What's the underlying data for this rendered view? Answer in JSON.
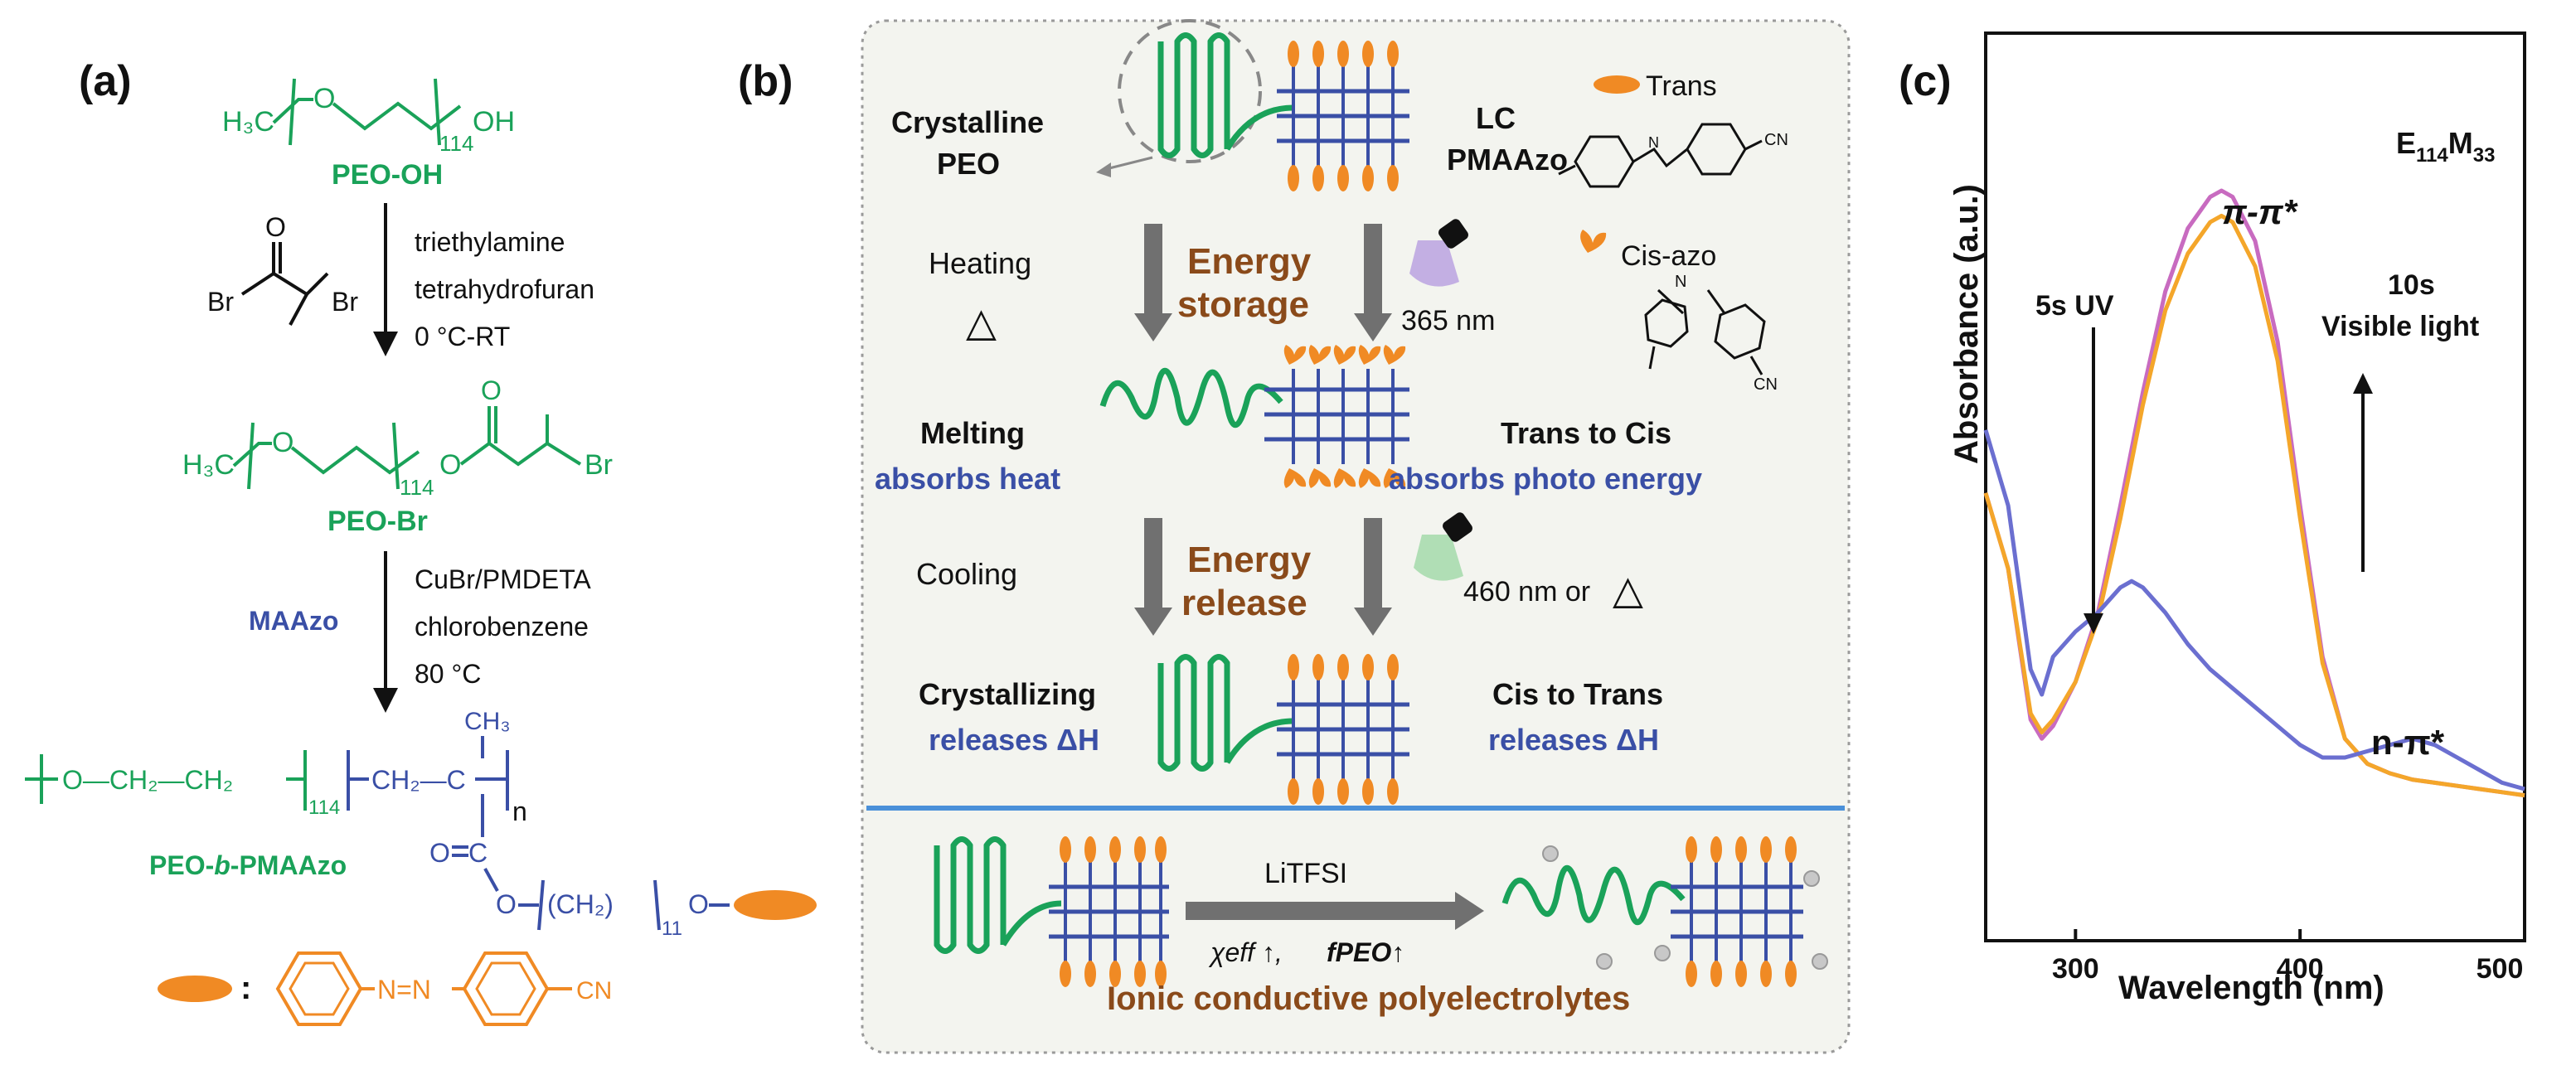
{
  "panel_a": {
    "label": "(a)",
    "peo_oh_formula": {
      "h3c": "H₃C",
      "o": "O",
      "n": "114",
      "oh": "OH"
    },
    "peo_oh_name": "PEO-OH",
    "step1": {
      "reagent_br": "Br",
      "reagent_br2": "Br",
      "reagent_o": "O",
      "line1": "triethylamine",
      "line2": "tetrahydrofuran",
      "line3": "0 °C-RT"
    },
    "peo_br_formula": {
      "h3c": "H₃C",
      "o": "O",
      "n": "114",
      "o2": "O",
      "o3": "O",
      "br": "Br"
    },
    "peo_br_name": "PEO-Br",
    "step2": {
      "monomer": "MAAzo",
      "line1": "CuBr/PMDETA",
      "line2": "chlorobenzene",
      "line3": "80 °C"
    },
    "polymer_formula": {
      "o_ch2_ch2": "O—CH₂—CH₂",
      "n114": "114",
      "ch2_c": "CH₂—C",
      "ch3": "CH₃",
      "n": "n",
      "o_eq": "O",
      "c": "C",
      "o_chain": "O",
      "ch2": "(CH₂)",
      "n11": "11",
      "o_end": "O"
    },
    "polymer_name": {
      "part1": "PEO-",
      "part2": "b",
      "part3": "-PMAAzo"
    },
    "azo_legend": {
      "colon": ":",
      "n_eq_n": "N=N",
      "cn": "CN"
    }
  },
  "panel_b": {
    "label": "(b)",
    "crystalline_peo": [
      "Crystalline",
      "PEO"
    ],
    "lc_pmaazo": [
      "LC",
      "PMAAzo"
    ],
    "trans_label": "Trans",
    "cis_label": "Cis-azo",
    "trans_structure": {
      "n_eq_n": "N",
      "cn": "CN"
    },
    "heating": "Heating",
    "delta": "△",
    "energy_storage": [
      "Energy",
      "storage"
    ],
    "uv_wavelength": "365 nm",
    "melting": "Melting",
    "absorbs_heat": "absorbs heat",
    "trans_to_cis": "Trans to Cis",
    "absorbs_photo": "absorbs  photo energy",
    "cooling": "Cooling",
    "energy_release": [
      "Energy",
      "release"
    ],
    "vis_wavelength": "460 nm or",
    "delta2": "△",
    "crystallizing": "Crystallizing",
    "releases_dh_left": "releases ΔH",
    "cis_to_trans": "Cis to Trans",
    "releases_dh_right": "releases ΔH",
    "litfsi": "LiTFSI",
    "chi_eff": "χeff ↑,",
    "f_peo": "fPEO↑",
    "ionic": "Ionic conductive polyelectrolytes"
  },
  "panel_c": {
    "label": "(c)",
    "sample": "E114M33",
    "pi_pi": "π-π*",
    "n_pi": "n-π*",
    "uv_note": "5s UV",
    "vis_note": [
      "10s",
      "Visible light"
    ]
  },
  "chart_data": {
    "type": "line",
    "title": "",
    "xlabel": "Wavelength (nm)",
    "ylabel": "Absorbance (a.u.)",
    "xlim": [
      260,
      500
    ],
    "ylim": [
      0,
      1.0
    ],
    "x_ticks": [
      300,
      400,
      500
    ],
    "grid": false,
    "series": [
      {
        "color": "#c86bc0",
        "x": [
          260,
          270,
          280,
          285,
          290,
          300,
          310,
          320,
          330,
          340,
          350,
          360,
          365,
          370,
          380,
          390,
          400,
          410,
          420,
          430,
          440,
          450,
          460,
          470,
          480,
          490,
          500
        ],
        "y": [
          0.52,
          0.4,
          0.16,
          0.13,
          0.15,
          0.22,
          0.33,
          0.5,
          0.68,
          0.84,
          0.94,
          0.99,
          1.0,
          0.99,
          0.92,
          0.76,
          0.5,
          0.26,
          0.13,
          0.09,
          0.075,
          0.065,
          0.06,
          0.055,
          0.05,
          0.045,
          0.04
        ]
      },
      {
        "color": "#f4a62a",
        "x": [
          260,
          270,
          280,
          285,
          290,
          300,
          310,
          320,
          330,
          340,
          350,
          360,
          365,
          370,
          380,
          390,
          400,
          410,
          420,
          430,
          440,
          450,
          460,
          470,
          480,
          490,
          500
        ],
        "y": [
          0.52,
          0.4,
          0.17,
          0.14,
          0.16,
          0.22,
          0.32,
          0.48,
          0.66,
          0.81,
          0.9,
          0.95,
          0.96,
          0.95,
          0.88,
          0.73,
          0.48,
          0.25,
          0.13,
          0.09,
          0.075,
          0.065,
          0.06,
          0.055,
          0.05,
          0.045,
          0.04
        ]
      },
      {
        "color": "#6b6fd0",
        "x": [
          260,
          270,
          280,
          285,
          290,
          300,
          310,
          320,
          325,
          330,
          340,
          350,
          360,
          370,
          380,
          390,
          400,
          410,
          420,
          430,
          440,
          450,
          460,
          470,
          480,
          490,
          500
        ],
        "y": [
          0.62,
          0.5,
          0.24,
          0.2,
          0.26,
          0.3,
          0.33,
          0.37,
          0.38,
          0.37,
          0.33,
          0.28,
          0.24,
          0.21,
          0.18,
          0.15,
          0.12,
          0.1,
          0.1,
          0.11,
          0.12,
          0.13,
          0.12,
          0.1,
          0.08,
          0.06,
          0.05
        ]
      }
    ]
  }
}
